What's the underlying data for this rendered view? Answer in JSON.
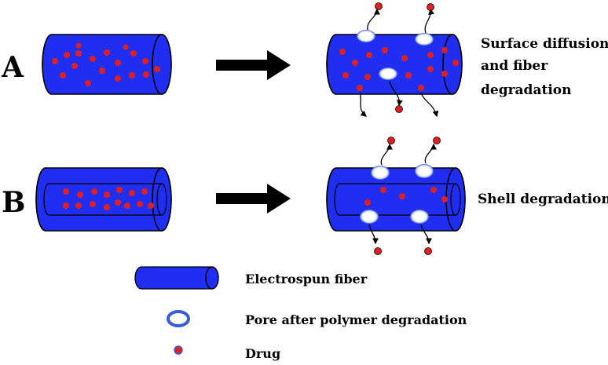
{
  "rows": {
    "a": {
      "letter": "A",
      "caption_lines": [
        "Surface diffusion",
        "and fiber",
        "degradation"
      ]
    },
    "b": {
      "letter": "B",
      "caption_lines": [
        "Shell degradation"
      ]
    }
  },
  "legend": {
    "fiber_label": "Electrospun fiber",
    "pore_label": "Pore after polymer degradation",
    "drug_label": "Drug"
  },
  "colors": {
    "fiber": "#1f2ef0",
    "drug": "#e02020",
    "pore_fill": "#ffffff",
    "pore_halo": "#3a5bd8",
    "outline": "#000000"
  }
}
